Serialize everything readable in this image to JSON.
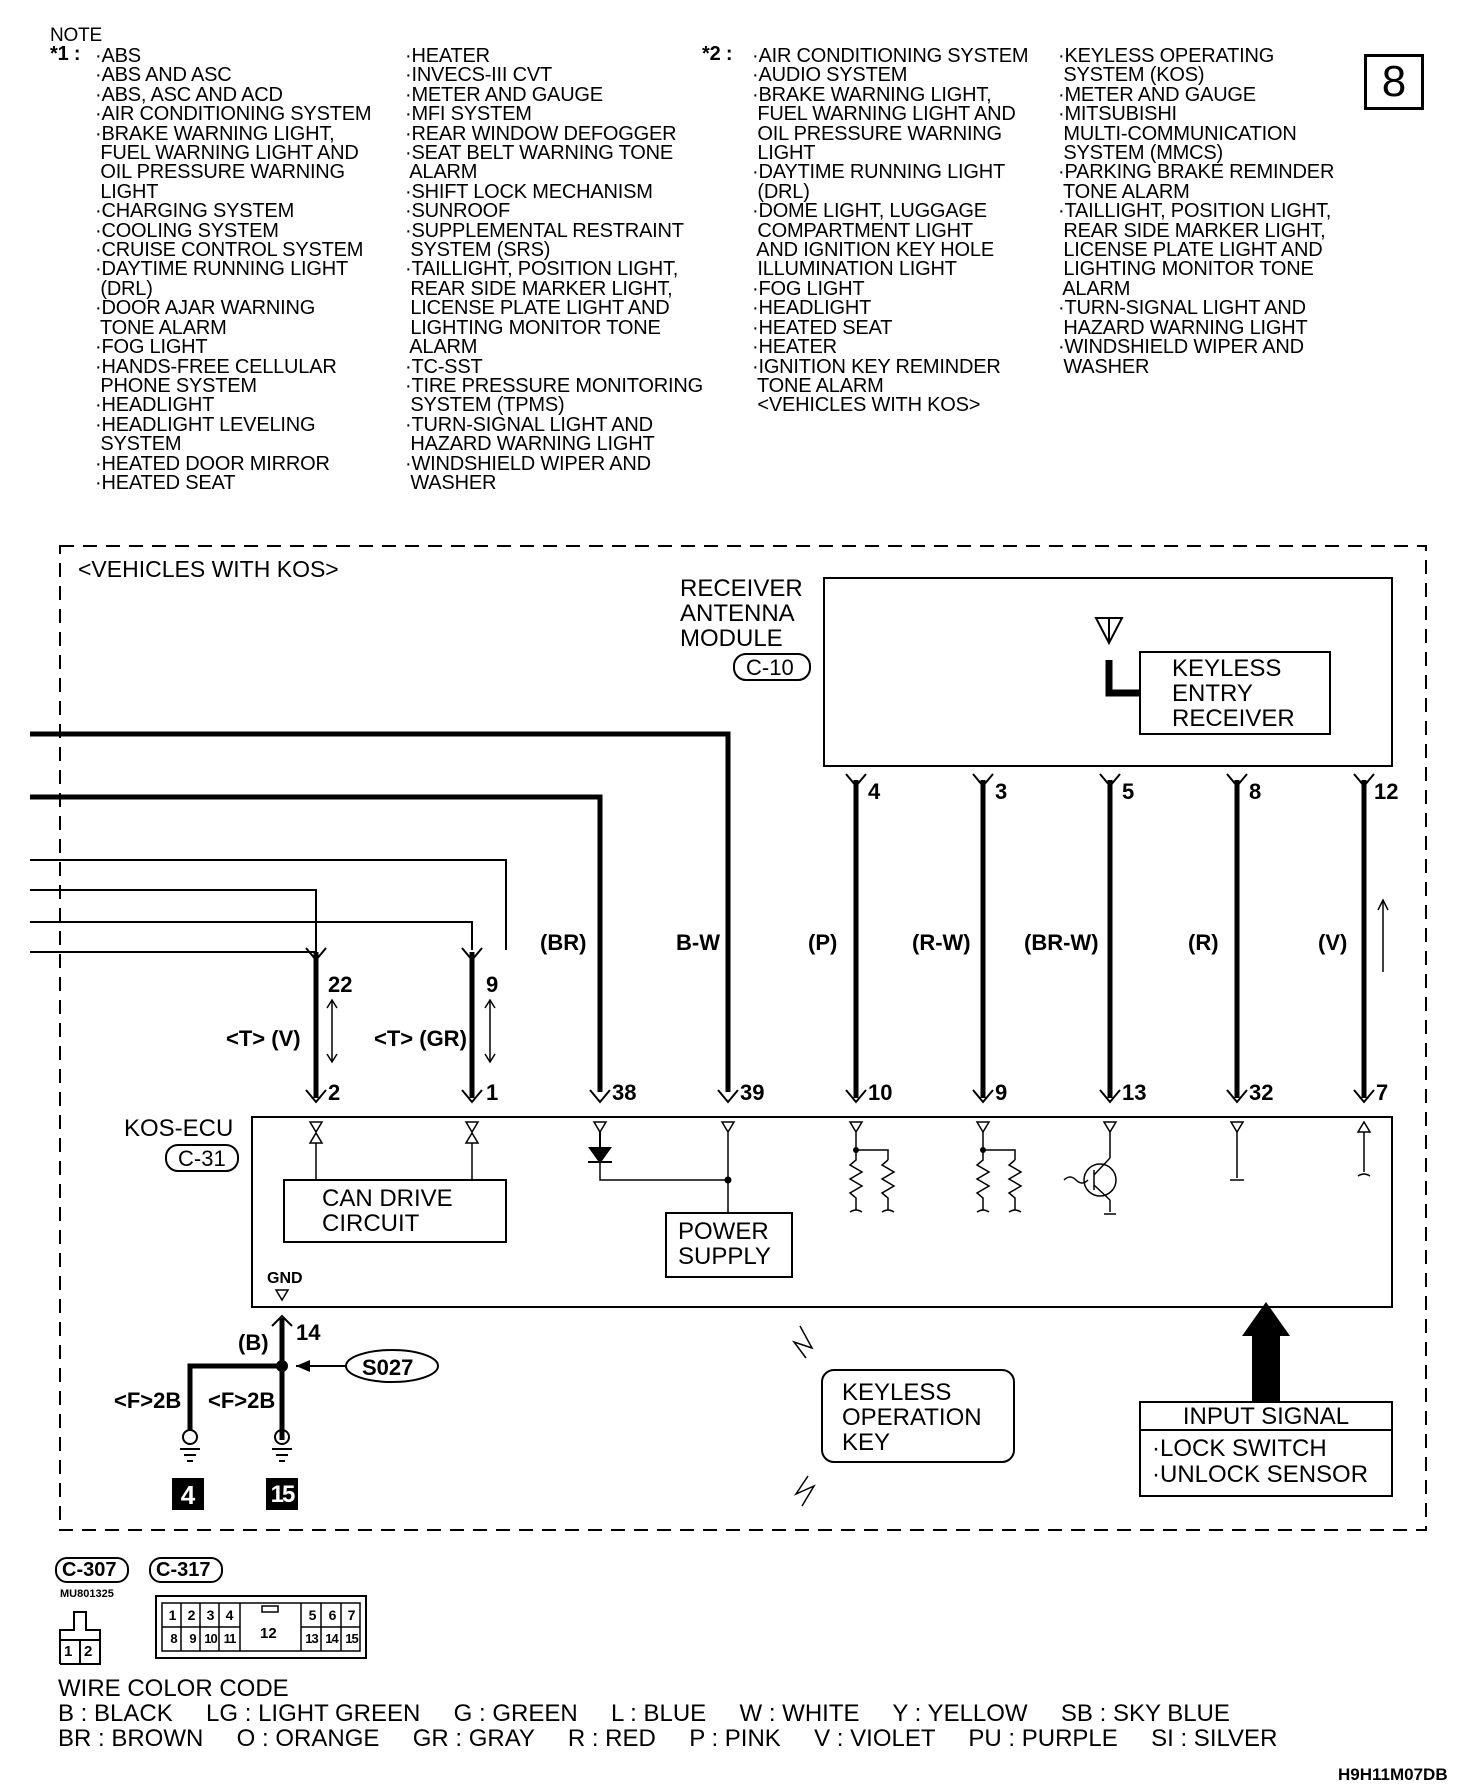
{
  "page_number": "8",
  "note": {
    "heading": "NOTE",
    "marker1": "*1 :",
    "marker2": "*2 :",
    "col1": [
      "·ABS",
      "·ABS AND ASC",
      "·ABS, ASC AND ACD",
      "·AIR CONDITIONING SYSTEM",
      "·BRAKE WARNING LIGHT,",
      " FUEL WARNING LIGHT AND",
      " OIL PRESSURE WARNING",
      " LIGHT",
      "·CHARGING SYSTEM",
      "·COOLING SYSTEM",
      "·CRUISE CONTROL SYSTEM",
      "·DAYTIME RUNNING LIGHT",
      " (DRL)",
      "·DOOR AJAR WARNING",
      " TONE ALARM",
      "·FOG LIGHT",
      "·HANDS-FREE CELLULAR",
      " PHONE SYSTEM",
      "·HEADLIGHT",
      "·HEADLIGHT LEVELING",
      " SYSTEM",
      "·HEATED DOOR MIRROR",
      "·HEATED SEAT"
    ],
    "col2": [
      "·HEATER",
      "·INVECS-III CVT",
      "·METER AND GAUGE",
      "·MFI SYSTEM",
      "·REAR WINDOW DEFOGGER",
      "·SEAT BELT WARNING TONE",
      " ALARM",
      "·SHIFT LOCK MECHANISM",
      "·SUNROOF",
      "·SUPPLEMENTAL RESTRAINT",
      " SYSTEM (SRS)",
      "·TAILLIGHT, POSITION LIGHT,",
      " REAR SIDE MARKER LIGHT,",
      " LICENSE PLATE LIGHT AND",
      " LIGHTING MONITOR TONE",
      " ALARM",
      "·TC-SST",
      "·TIRE PRESSURE MONITORING",
      " SYSTEM (TPMS)",
      "·TURN-SIGNAL LIGHT AND",
      " HAZARD WARNING LIGHT",
      "·WINDSHIELD WIPER AND",
      " WASHER"
    ],
    "col3": [
      "·AIR CONDITIONING SYSTEM",
      "·AUDIO SYSTEM",
      "·BRAKE WARNING LIGHT,",
      " FUEL WARNING LIGHT AND",
      " OIL PRESSURE WARNING",
      " LIGHT",
      "·DAYTIME RUNNING LIGHT",
      " (DRL)",
      "·DOME LIGHT, LUGGAGE",
      " COMPARTMENT LIGHT",
      " AND IGNITION KEY HOLE",
      " ILLUMINATION LIGHT",
      "·FOG LIGHT",
      "·HEADLIGHT",
      "·HEATED SEAT",
      "·HEATER",
      "·IGNITION KEY REMINDER",
      " TONE ALARM",
      " <VEHICLES WITH KOS>"
    ],
    "col4": [
      "·KEYLESS OPERATING",
      " SYSTEM (KOS)",
      "·METER AND GAUGE",
      "·MITSUBISHI",
      " MULTI-COMMUNICATION",
      " SYSTEM (MMCS)",
      "·PARKING BRAKE REMINDER",
      " TONE ALARM",
      "·TAILLIGHT, POSITION LIGHT,",
      " REAR SIDE MARKER LIGHT,",
      " LICENSE PLATE LIGHT AND",
      " LIGHTING MONITOR TONE",
      " ALARM",
      "·TURN-SIGNAL LIGHT AND",
      " HAZARD WARNING LIGHT",
      "·WINDSHIELD WIPER AND",
      " WASHER"
    ]
  },
  "diagram": {
    "vehicles_label": "<VEHICLES WITH KOS>",
    "receiver_module": "RECEIVER\nANTENNA\nMODULE",
    "receiver_connector": "C-10",
    "keyless_receiver": "KEYLESS\nENTRY\nRECEIVER",
    "ecu_label": "KOS-ECU",
    "ecu_connector": "C-31",
    "can_drive": "CAN DRIVE\nCIRCUIT",
    "power_supply": "POWER\nSUPPLY",
    "gnd": "GND",
    "keyless_key": "KEYLESS\nOPERATION\nKEY",
    "input_signal_title": "INPUT SIGNAL",
    "input_signal_items": "·LOCK SWITCH\n·UNLOCK SENSOR",
    "splice": "S027",
    "ground_wire": "(B)",
    "ground_pin": "14",
    "ground_left": "<F>2B",
    "ground_right": "<F>2B",
    "ground_point_a": "4",
    "ground_point_b": "15",
    "can_labels": [
      {
        "top_pin": "22",
        "bottom_pin": "2",
        "wire": "<T> (V)"
      },
      {
        "top_pin": "9",
        "bottom_pin": "1",
        "wire": "<T> (GR)"
      }
    ],
    "wires": [
      {
        "color": "(BR)",
        "ecu_pin": "38"
      },
      {
        "color": "B-W",
        "ecu_pin": "39"
      },
      {
        "color": "(P)",
        "top_pin": "4",
        "ecu_pin": "10"
      },
      {
        "color": "(R-W)",
        "top_pin": "3",
        "ecu_pin": "9"
      },
      {
        "color": "(BR-W)",
        "top_pin": "5",
        "ecu_pin": "13"
      },
      {
        "color": "(R)",
        "top_pin": "8",
        "ecu_pin": "32"
      },
      {
        "color": "(V)",
        "top_pin": "12",
        "ecu_pin": "7"
      }
    ]
  },
  "connectors": {
    "c307": "C-307",
    "c317": "C-317",
    "part_no": "MU801325",
    "c307_pins": [
      "1",
      "2"
    ],
    "c317_pins_top": [
      "1",
      "2",
      "3",
      "4",
      "5",
      "6",
      "7"
    ],
    "c317_pins_bottom": [
      "8",
      "9",
      "10",
      "11",
      "13",
      "14",
      "15"
    ],
    "c317_center": "12"
  },
  "wire_color_code": {
    "title": "WIRE COLOR CODE",
    "row1": "B : BLACK     LG : LIGHT GREEN     G : GREEN     L : BLUE     W : WHITE     Y : YELLOW     SB : SKY BLUE",
    "row2": "BR : BROWN     O : ORANGE     GR : GRAY     R : RED     P : PINK     V : VIOLET     PU : PURPLE     SI : SILVER"
  },
  "figure_id": "H9H11M07DB"
}
